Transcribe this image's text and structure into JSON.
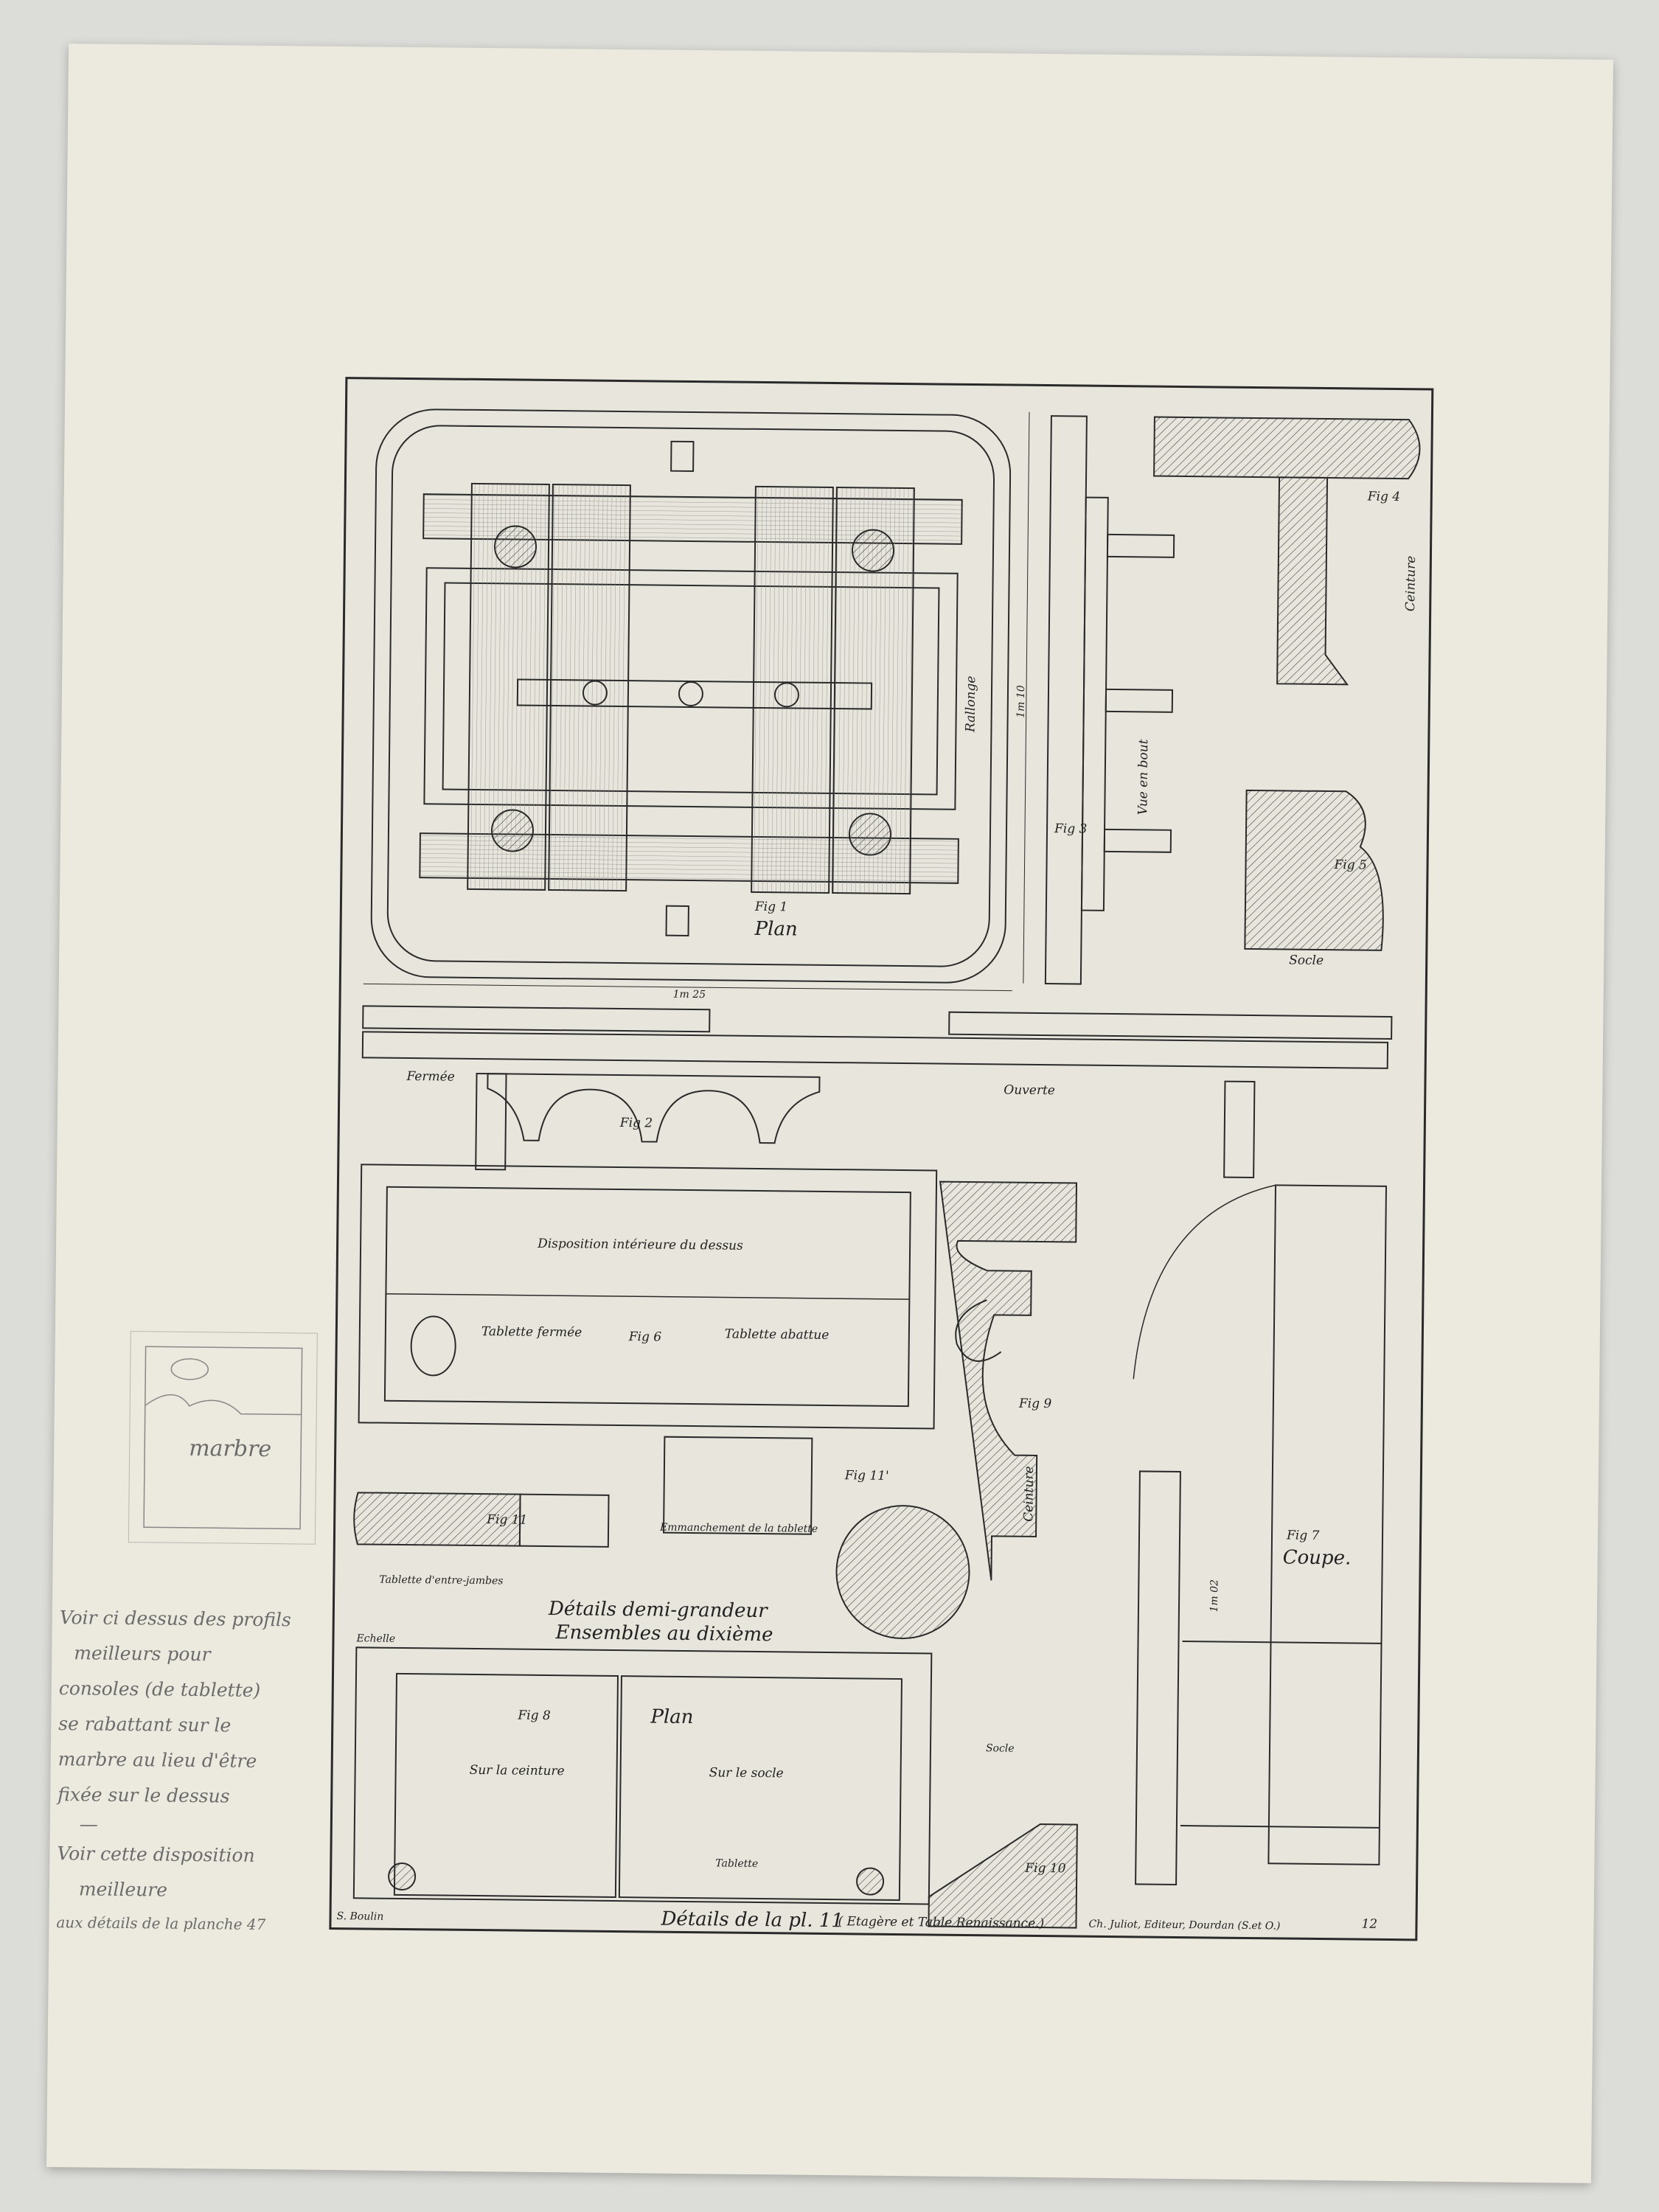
{
  "plate_labels": {
    "fig1": "Fig 1",
    "plan1": "Plan",
    "rallonge": "Rallonge",
    "dim_width": "1m 25",
    "dim_height": "1m 10",
    "vue_en_bout": "Vue en bout",
    "fig3": "Fig 3",
    "fig4": "Fig 4",
    "ceinture": "Ceinture",
    "fig5": "Fig 5",
    "socle": "Socle",
    "fermee": "Fermée",
    "ouverte": "Ouverte",
    "fig2": "Fig 2",
    "disposition": "Disposition intérieure du dessus",
    "tablette_fermee": "Tablette fermée",
    "fig6": "Fig 6",
    "tablette_abattue": "Tablette abattue",
    "fig11": "Fig 11",
    "tablette_entre_jambes": "Tablette d'entre-jambes",
    "emmanchement": "Emmanchement de la tablette",
    "fig11b": "Fig 11'",
    "details_demi": "Détails demi-grandeur",
    "ensembles": "Ensembles au dixième",
    "fig9": "Fig 9",
    "ceinture2": "Ceinture",
    "fig7": "Fig 7",
    "coupe": "Coupe.",
    "dim_height2": "1m 02",
    "echelle": "Echelle",
    "fig8": "Fig 8",
    "plan8": "Plan",
    "sur_ceinture": "Sur la ceinture",
    "sur_socle": "Sur le socle",
    "tablette": "Tablette",
    "socle2": "Socle",
    "fig10": "Fig 10"
  },
  "footer": {
    "left_signature": "S. Boulin",
    "title": "Détails de la pl. 11",
    "subtitle": "( Etagère et Table Renaissance.)",
    "publisher": "Ch. Juliot, Editeur, Dourdan (S.et O.)",
    "plate_number": "12"
  },
  "handwritten": {
    "sketch_label": "marbre",
    "lines": [
      "Voir ci dessus des profils",
      "meilleurs pour",
      "consoles (de tablette)",
      "se rabattant sur le",
      "marbre au lieu d'être",
      "fixée sur le dessus",
      "—",
      "Voir cette disposition",
      "meilleure",
      "aux détails de la planche 47"
    ]
  },
  "colors": {
    "paper": "#ece9df",
    "ink": "#2a2a2a",
    "pencil": "#6b6b6b"
  }
}
